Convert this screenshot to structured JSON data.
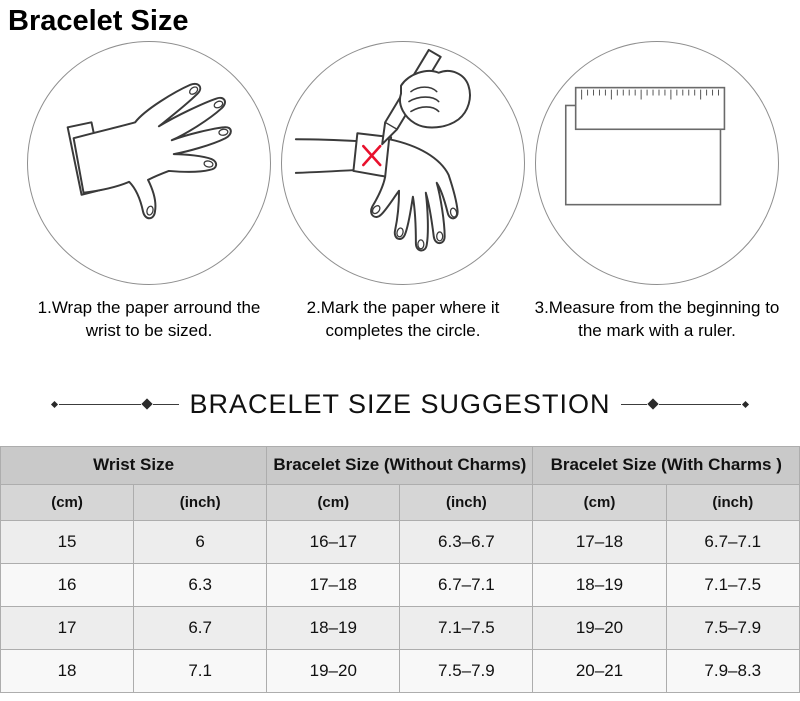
{
  "title": "Bracelet Size",
  "steps": [
    {
      "illustration": "hand-with-paper-strip",
      "line1": "1.Wrap the paper arround the",
      "line2": "wrist to be sized."
    },
    {
      "illustration": "pen-marking-paper-on-wrist",
      "line1": "2.Mark the paper where it",
      "line2": "completes the circle."
    },
    {
      "illustration": "ruler-measuring-paper",
      "line1": "3.Measure from the beginning to",
      "line2": "the mark with a ruler."
    }
  ],
  "suggestion_heading": "BRACELET SIZE SUGGESTION",
  "table": {
    "group_headers": [
      "Wrist Size",
      "Bracelet Size (Without Charms)",
      "Bracelet Size (With Charms )"
    ],
    "sub_headers": [
      "(cm)",
      "(inch)",
      "(cm)",
      "(inch)",
      "(cm)",
      "(inch)"
    ],
    "rows": [
      [
        "15",
        "6",
        "16–17",
        "6.3–6.7",
        "17–18",
        "6.7–7.1"
      ],
      [
        "16",
        "6.3",
        "17–18",
        "6.7–7.1",
        "18–19",
        "7.1–7.5"
      ],
      [
        "17",
        "6.7",
        "18–19",
        "7.1–7.5",
        "19–20",
        "7.5–7.9"
      ],
      [
        "18",
        "7.1",
        "19–20",
        "7.5–7.9",
        "20–21",
        "7.9–8.3"
      ]
    ]
  },
  "colors": {
    "mark_x": "#e8112d",
    "line_art": "#3a3a3a",
    "header_bg": "#c9c9c9"
  }
}
